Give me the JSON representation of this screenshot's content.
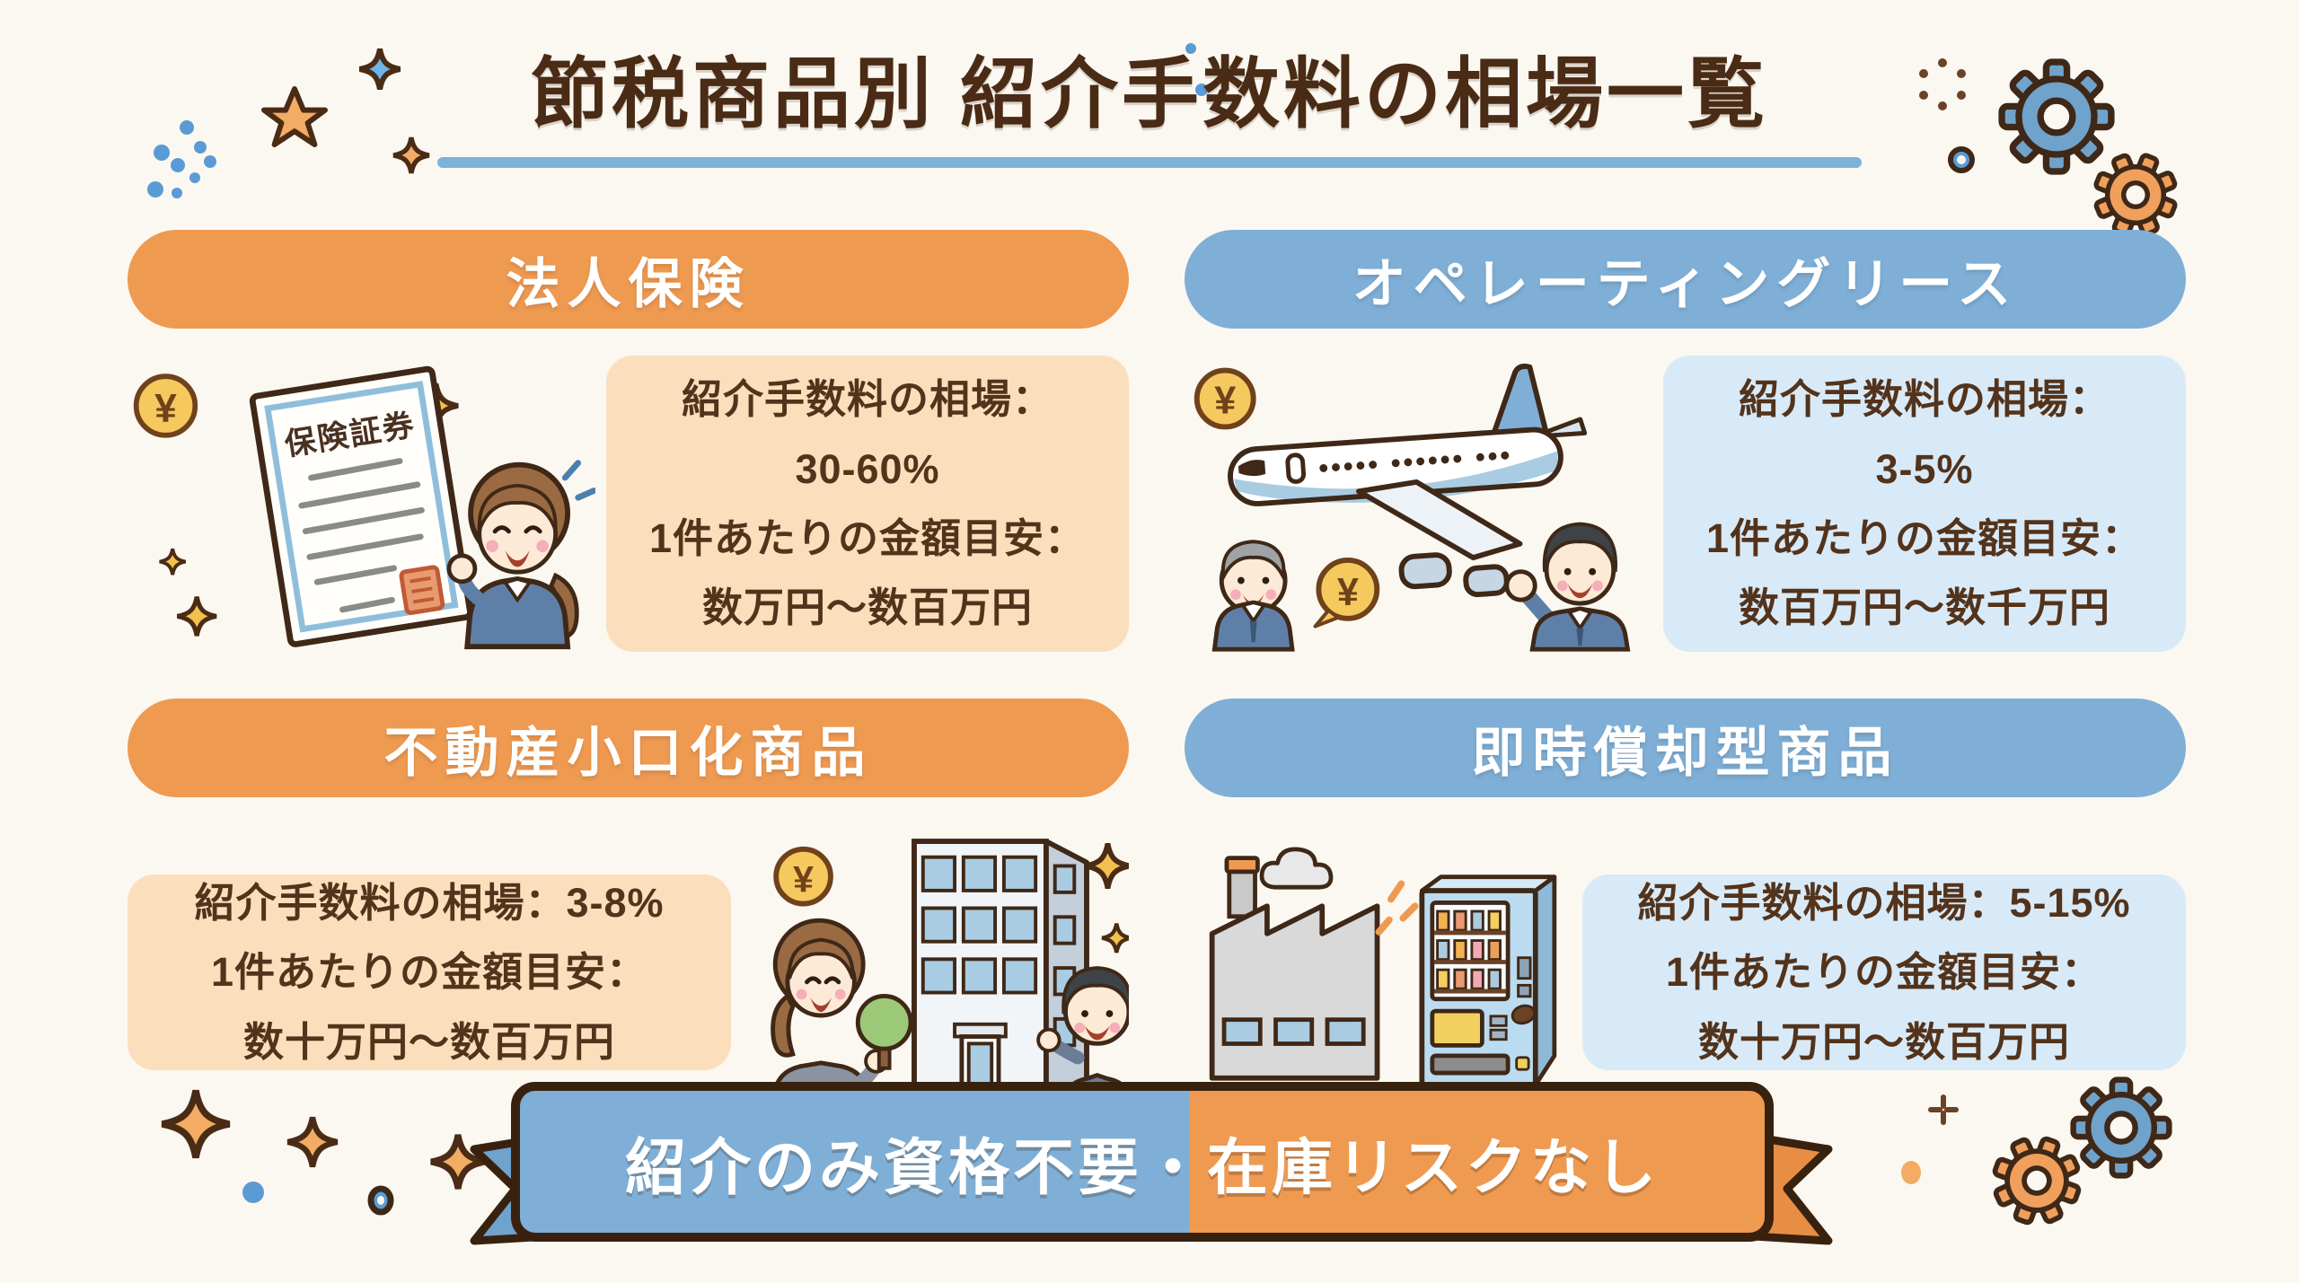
{
  "title": "節税商品別 紹介手数料の相場一覧",
  "yen": "¥",
  "cards": [
    {
      "id": "corporate-insurance",
      "header": "法人保険",
      "accent": "#EF9A51",
      "certificate_label": "保険証券",
      "lines": [
        "紹介手数料の相場：",
        "30-60%",
        "1件あたりの金額目安：",
        "数万円〜数百万円"
      ]
    },
    {
      "id": "operating-lease",
      "header": "オペレーティングリース",
      "accent": "#7FAFD6",
      "lines": [
        "紹介手数料の相場：",
        "3-5%",
        "1件あたりの金額目安：",
        "数百万円〜数千万円"
      ]
    },
    {
      "id": "fractional-real-estate",
      "header": "不動産小口化商品",
      "accent": "#EF9A51",
      "lines": [
        "紹介手数料の相場：3-8%",
        "1件あたりの金額目安：",
        "数十万円〜数百万円"
      ]
    },
    {
      "id": "immediate-depreciation",
      "header": "即時償却型商品",
      "accent": "#7FAFD6",
      "lines": [
        "紹介手数料の相場：5-15%",
        "1件あたりの金額目安：",
        "数十万円〜数百万円"
      ]
    }
  ],
  "ribbon": {
    "text": "紹介のみ資格不要・在庫リスクなし"
  },
  "colors": {
    "background": "#FBF8F1",
    "title_brown": "#4A2B15",
    "underline_blue": "#7FB2D9",
    "orange": "#EF9A51",
    "blue": "#7FAFD6",
    "peach_box": "#FBDFBD",
    "blue_box": "#D8EAF7",
    "outline_brown": "#3F2817",
    "coin_gold": "#F5C95E"
  }
}
